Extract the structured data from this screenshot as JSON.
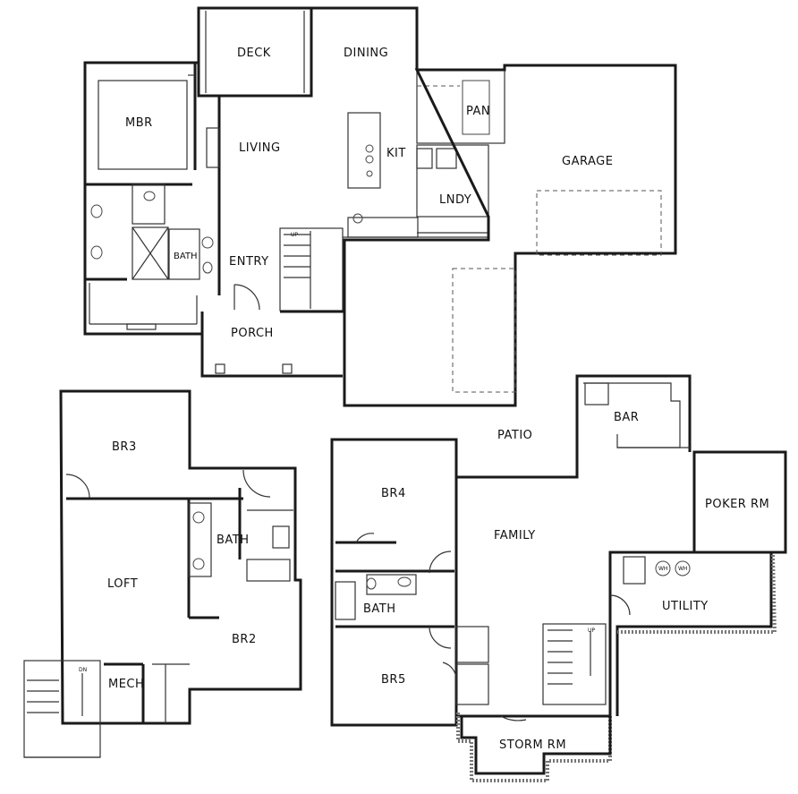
{
  "rooms": {
    "deck": "DECK",
    "dining": "DINING",
    "mbr": "MBR",
    "living": "LIVING",
    "kit": "KIT",
    "pan": "PAN",
    "garage": "GARAGE",
    "lndy": "LNDY",
    "bath_main": "BATH",
    "entry": "ENTRY",
    "porch": "PORCH",
    "br3": "BR3",
    "bath_upper": "BATH",
    "loft": "LOFT",
    "br2": "BR2",
    "mech": "MECH",
    "patio": "PATIO",
    "bar": "BAR",
    "br4": "BR4",
    "family": "FAMILY",
    "poker_rm": "POKER RM",
    "bath_lower": "BATH",
    "utility": "UTILITY",
    "br5": "BR5",
    "storm_rm": "STORM RM"
  },
  "stair_labels": {
    "main_up": "UP",
    "upper_dn": "DN",
    "lower_up": "UP"
  },
  "fixture_labels": {
    "wh1": "WH",
    "wh2": "WH"
  }
}
